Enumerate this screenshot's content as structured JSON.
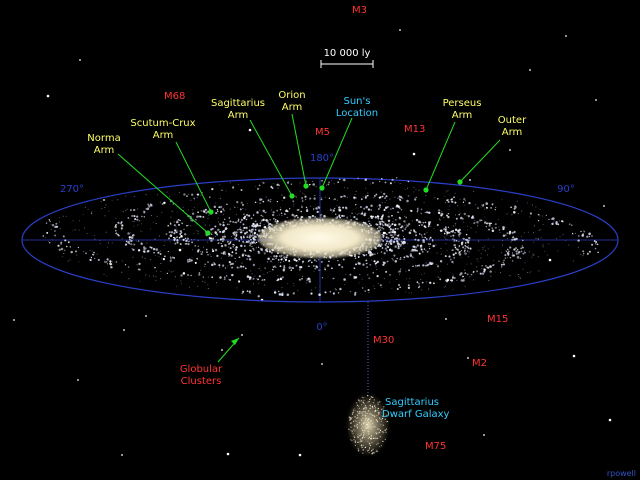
{
  "scale_bar": {
    "label": "10 000 ly"
  },
  "longitudes": {
    "l0": "0°",
    "l90": "90°",
    "l180": "180°",
    "l270": "270°"
  },
  "arms": [
    {
      "id": "norma",
      "lines": [
        "Norma",
        "Arm"
      ]
    },
    {
      "id": "scutum",
      "lines": [
        "Scutum-Crux",
        "Arm"
      ]
    },
    {
      "id": "sagittarius",
      "lines": [
        "Sagittarius",
        "Arm"
      ]
    },
    {
      "id": "orion",
      "lines": [
        "Orion",
        "Arm"
      ]
    },
    {
      "id": "perseus",
      "lines": [
        "Perseus",
        "Arm"
      ]
    },
    {
      "id": "outer",
      "lines": [
        "Outer",
        "Arm"
      ]
    }
  ],
  "sun": {
    "lines": [
      "Sun's",
      "Location"
    ]
  },
  "clusters": {
    "m3": "M3",
    "m68": "M68",
    "m5": "M5",
    "m13": "M13",
    "m15": "M15",
    "m30": "M30",
    "m2": "M2",
    "m75": "M75"
  },
  "globular": {
    "lines": [
      "Globular",
      "Clusters"
    ]
  },
  "dwarf": {
    "lines": [
      "Sagittarius",
      "Dwarf Galaxy"
    ]
  },
  "credit": "rpowell",
  "colors": {
    "arm_label": "#ffff66",
    "cluster_label": "#ff3333",
    "location_label": "#33ccff",
    "pointer": "#22dd22",
    "disk_outline": "#2a3fc8",
    "background": "#000000"
  }
}
